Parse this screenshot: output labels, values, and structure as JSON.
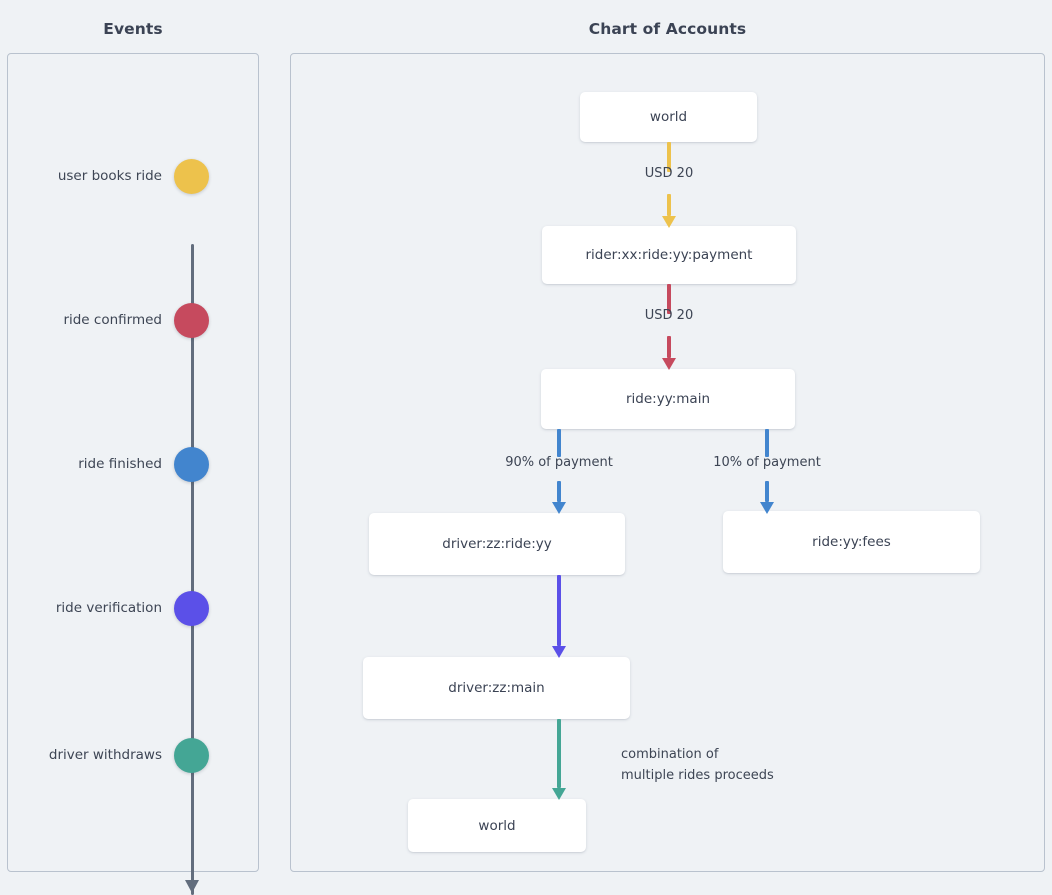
{
  "panels": {
    "events": {
      "title": "Events"
    },
    "accounts": {
      "title": "Chart of Accounts"
    }
  },
  "events": {
    "items": [
      {
        "label": "user books ride",
        "color": "#edc24c"
      },
      {
        "label": "ride confirmed",
        "color": "#c64a5e"
      },
      {
        "label": "ride finished",
        "color": "#4285ce"
      },
      {
        "label": "ride verification",
        "color": "#5b50e8"
      },
      {
        "label": "driver withdraws",
        "color": "#44a695"
      }
    ],
    "axis_color": "#626d7d"
  },
  "accounts": {
    "nodes": [
      {
        "id": "world_top",
        "label": "world"
      },
      {
        "id": "rider_payment",
        "label": "rider:xx:ride:yy:payment"
      },
      {
        "id": "ride_main",
        "label": "ride:yy:main"
      },
      {
        "id": "driver_ride",
        "label": "driver:zz:ride:yy"
      },
      {
        "id": "ride_fees",
        "label": "ride:yy:fees"
      },
      {
        "id": "driver_main",
        "label": "driver:zz:main"
      },
      {
        "id": "world_bottom",
        "label": "world"
      }
    ],
    "edges": [
      {
        "from": "world_top",
        "to": "rider_payment",
        "label": "USD 20",
        "color": "#edc24c"
      },
      {
        "from": "rider_payment",
        "to": "ride_main",
        "label": "USD 20",
        "color": "#c64a5e"
      },
      {
        "from": "ride_main",
        "to": "driver_ride",
        "label": "90% of payment",
        "color": "#4285ce"
      },
      {
        "from": "ride_main",
        "to": "ride_fees",
        "label": "10% of payment",
        "color": "#4285ce"
      },
      {
        "from": "driver_ride",
        "to": "driver_main",
        "label": "",
        "color": "#5b50e8"
      },
      {
        "from": "driver_main",
        "to": "world_bottom",
        "label": "",
        "color": "#44a695"
      }
    ],
    "notes": [
      {
        "line1": "combination of",
        "line2": "multiple rides proceeds"
      }
    ]
  }
}
